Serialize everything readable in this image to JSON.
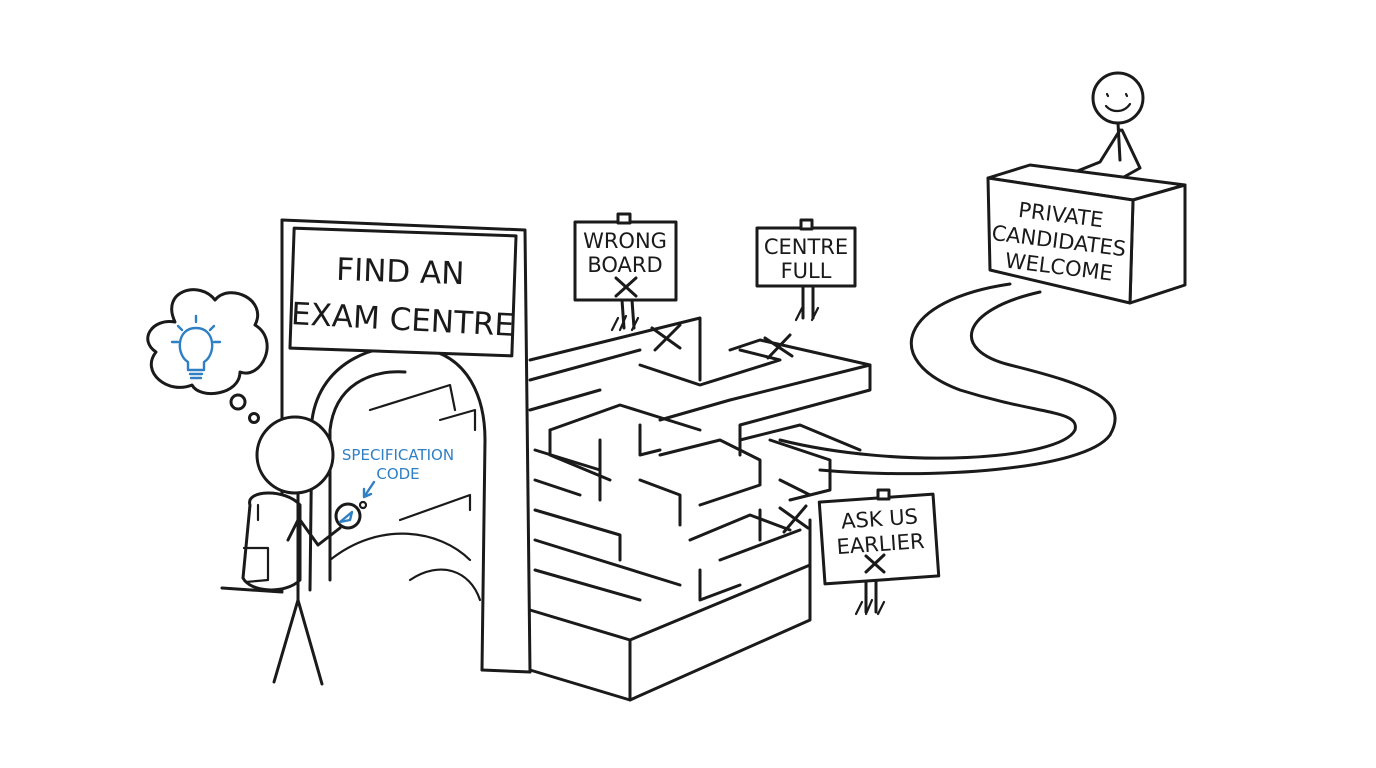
{
  "gate": {
    "line1": "FIND AN",
    "line2": "EXAM CENTRE"
  },
  "signs": {
    "wrong_board": [
      "WRONG",
      "BOARD"
    ],
    "centre_full": [
      "CENTRE",
      "FULL"
    ],
    "ask_us_earlier": [
      "ASK US",
      "EARLIER"
    ]
  },
  "desk": [
    "PRIVATE",
    "CANDIDATES",
    "WELCOME"
  ],
  "compass_label": [
    "SPECIFICATION",
    "CODE"
  ],
  "thought": {
    "icon": "lightbulb-icon"
  },
  "colors": {
    "ink": "#1a1a1a",
    "accent_blue": "#2f7fc4"
  }
}
